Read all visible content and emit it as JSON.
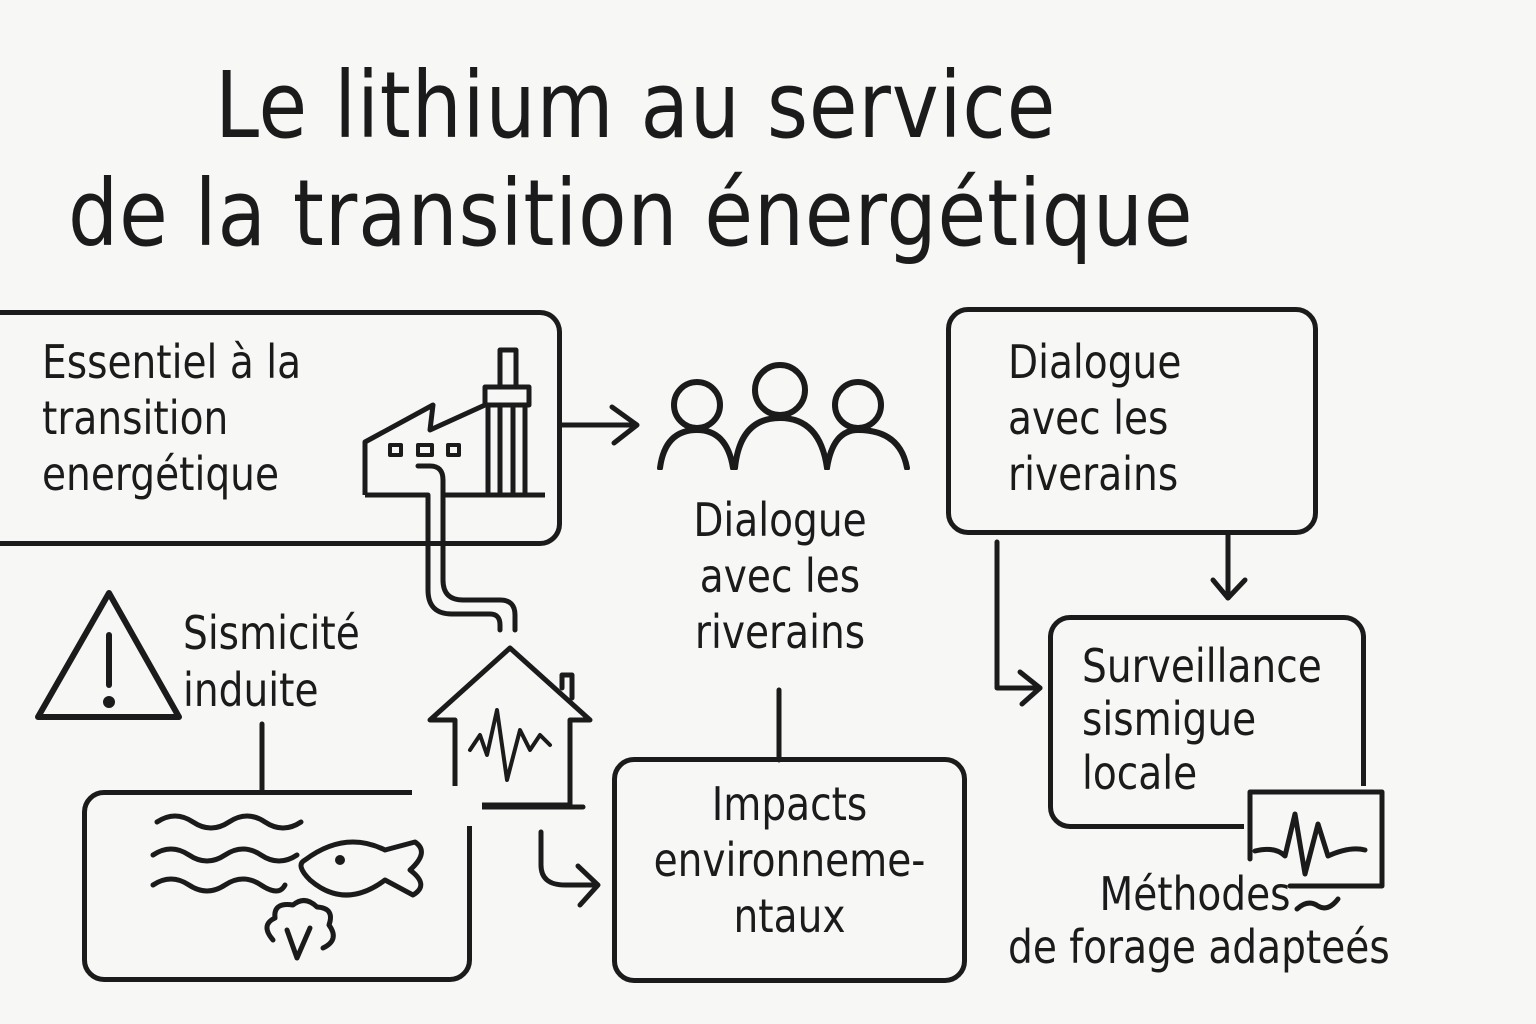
{
  "title": {
    "line1": "Le lithium au service",
    "line2": "de la transition énergétique"
  },
  "nodes": {
    "essentiel": {
      "label": "Essentiel à la\ntransition\nenergétique",
      "icon": "factory-icon"
    },
    "dialogue_center": {
      "label": "Dialogue\navec les\nriverains",
      "icon": "people-group-icon"
    },
    "dialogue_right": {
      "label": "Dialogue\navec les\nriverains"
    },
    "sismicite": {
      "label": "Sismicité\ninduite",
      "icon": "warning-triangle-icon"
    },
    "house": {
      "icon": "house-seismic-icon"
    },
    "environment": {
      "icon": "water-fish-tree-icon"
    },
    "impacts": {
      "label": "Impacts\nenvironneme-\nntaux"
    },
    "surveillance": {
      "label": "Surveillance\nsismigue\nlocale",
      "icon": "seismograph-monitor-icon"
    },
    "methodes": {
      "label": "Méthodes\nde forage adapteés"
    }
  },
  "edges": [
    {
      "from": "essentiel",
      "to": "dialogue_center",
      "type": "arrow"
    },
    {
      "from": "essentiel",
      "to": "house",
      "type": "pipe"
    },
    {
      "from": "sismicite",
      "to": "environment",
      "type": "line"
    },
    {
      "from": "house",
      "to": "impacts",
      "type": "arrow"
    },
    {
      "from": "dialogue_center",
      "to": "impacts",
      "type": "line"
    },
    {
      "from": "dialogue_right",
      "to": "surveillance",
      "type": "arrow"
    },
    {
      "from": "dialogue_right",
      "to": "surveillance",
      "type": "elbow-arrow"
    }
  ],
  "colors": {
    "ink": "#1b1b1b",
    "paper": "#f7f7f6"
  }
}
